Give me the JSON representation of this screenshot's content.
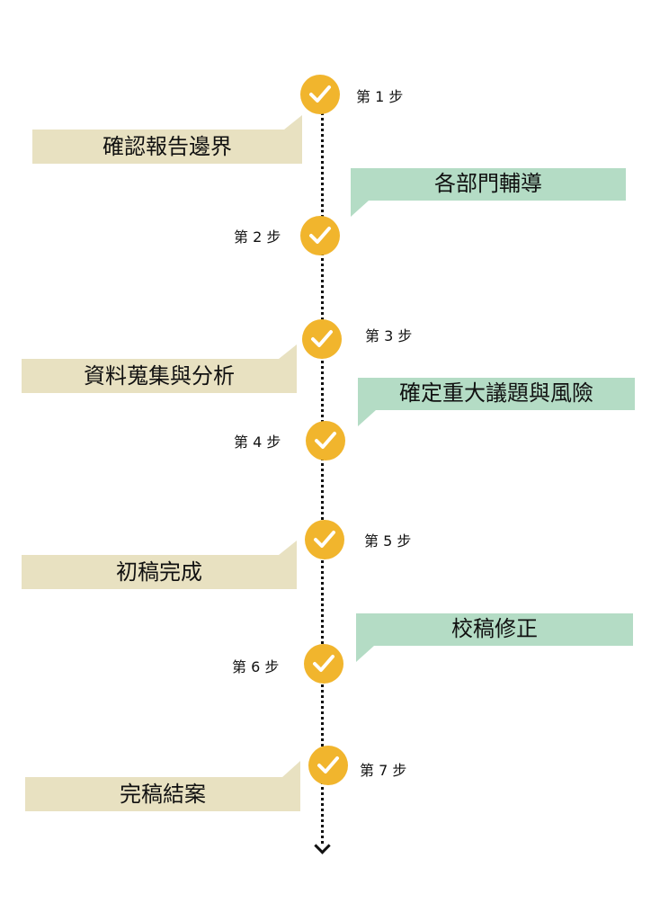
{
  "colors": {
    "marker": "#f1b52d",
    "left_box": "#e8e1c1",
    "right_box": "#b4dcc5",
    "line": "#111111"
  },
  "steps": [
    {
      "label": "第 1 步",
      "title": "確認報告邊界"
    },
    {
      "label": "第 2 步",
      "title": "各部門輔導"
    },
    {
      "label": "第 3 步",
      "title": "資料蒐集與分析"
    },
    {
      "label": "第 4 步",
      "title": "確定重大議題與風險"
    },
    {
      "label": "第 5 步",
      "title": "初稿完成"
    },
    {
      "label": "第 6 步",
      "title": "校稿修正"
    },
    {
      "label": "第 7 步",
      "title": "完稿結案"
    }
  ]
}
